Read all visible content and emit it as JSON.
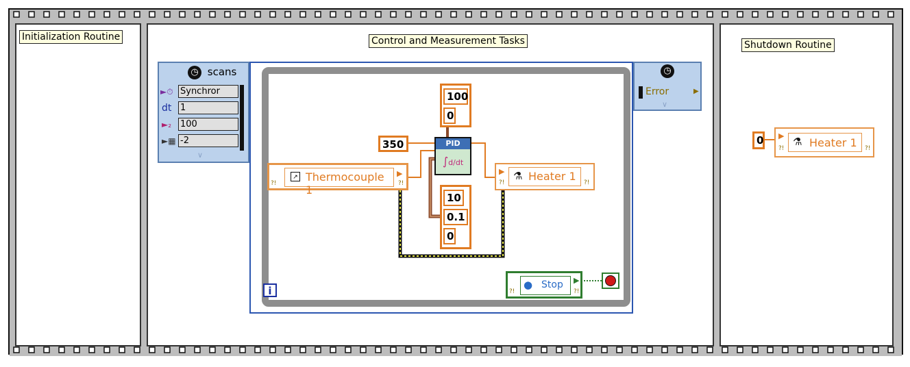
{
  "sequence": {
    "frames": [
      {
        "label": "Initialization Routine"
      },
      {
        "label": "Control and Measurement Tasks"
      },
      {
        "label": "Shutdown Routine"
      }
    ]
  },
  "timed_loop": {
    "title": "scans",
    "inputs": [
      {
        "name": "Synchror",
        "value_icon": "clock-icon"
      },
      {
        "name": "dt",
        "value": "1"
      },
      {
        "name": "offset",
        "value": "100"
      },
      {
        "name": "processor",
        "value": "-2"
      }
    ],
    "output_label": "Error",
    "iteration_label": "i"
  },
  "loop": {
    "setpoint": "350",
    "pid_label": "PID",
    "output_range": [
      "100",
      "0"
    ],
    "gains": [
      "10",
      "0.1",
      "0"
    ],
    "input_channel": "Thermocouple 1",
    "output_channel": "Heater 1",
    "stop_label": "Stop"
  },
  "shutdown": {
    "value": "0",
    "channel": "Heater 1"
  }
}
